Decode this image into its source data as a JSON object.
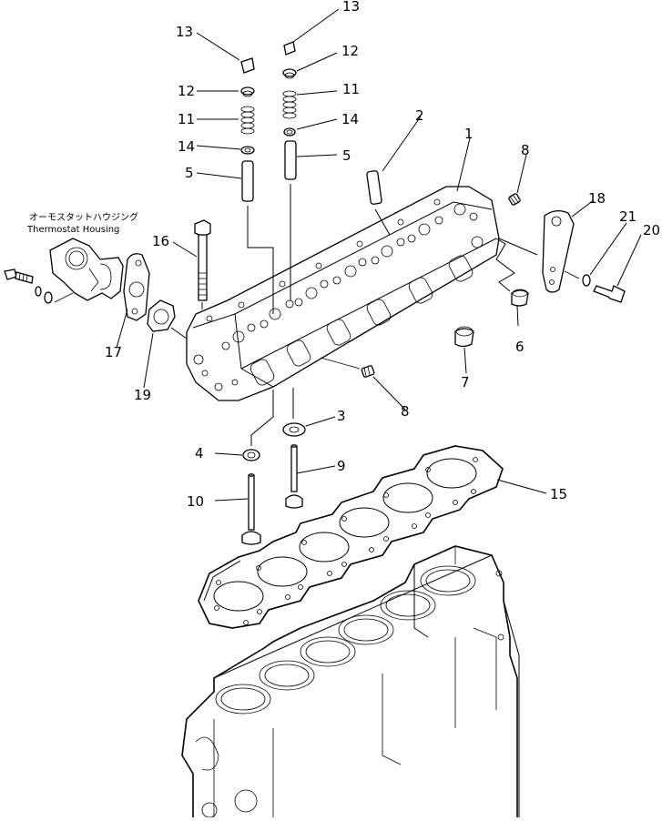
{
  "thermostat_housing": {
    "label_jp": "オーモスタットハウジング",
    "label_en": "Thermostat  Housing"
  },
  "callouts": [
    "1",
    "2",
    "3",
    "4",
    "5",
    "5",
    "6",
    "7",
    "8",
    "8",
    "9",
    "10",
    "11",
    "11",
    "12",
    "12",
    "13",
    "13",
    "14",
    "14",
    "15",
    "16",
    "17",
    "18",
    "19",
    "20",
    "21"
  ]
}
